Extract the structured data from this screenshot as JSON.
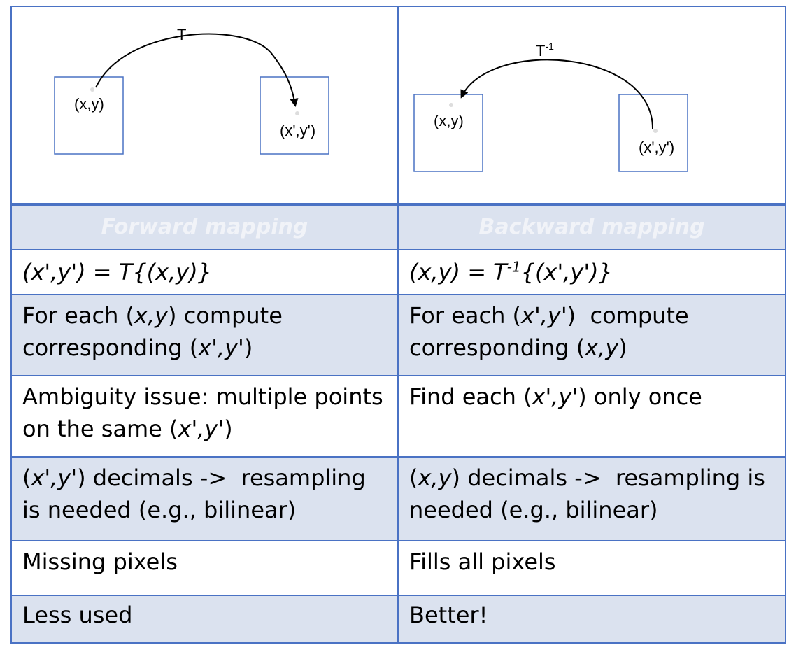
{
  "diagrams": {
    "forward": {
      "transform_label": "T",
      "source_point": "(x,y)",
      "target_point": "(x',y')"
    },
    "backward": {
      "transform_label": "T",
      "transform_label_sup": "-1",
      "source_point": "(x',y')",
      "target_point": "(x,y)"
    }
  },
  "headers": {
    "forward": "Forward mapping",
    "backward": "Backward mapping"
  },
  "formulas": {
    "forward": "(x',y') = T{(x,y)}",
    "backward_prefix": "(x,y) = T",
    "backward_sup": "-1",
    "backward_suffix": "{(x',y')}"
  },
  "rows": [
    {
      "forward": {
        "a": "For each (",
        "b": "x,y",
        "c": ") compute corresponding (",
        "d": "x',y'",
        "e": ")"
      },
      "backward": {
        "a": "For each (",
        "b": "x',y'",
        "c": ")  compute corresponding (",
        "d": "x,y",
        "e": ")"
      }
    },
    {
      "forward": {
        "a": "Ambiguity issue: multiple points on the same (",
        "b": "x',y'",
        "c": ")"
      },
      "backward": {
        "a": "Find each (",
        "b": "x',y'",
        "c": ") only once"
      }
    },
    {
      "forward": {
        "a": "(",
        "b": "x',y'",
        "c": ") decimals ->  resampling is needed (e.g., bilinear)"
      },
      "backward": {
        "a": "(",
        "b": "x,y",
        "c": ") decimals ->  resampling is needed (e.g., bilinear)"
      }
    },
    {
      "forward": {
        "a": "Missing pixels"
      },
      "backward": {
        "a": "Fills all pixels"
      }
    },
    {
      "forward": {
        "a": "Less used"
      },
      "backward": {
        "a": "Better!"
      }
    }
  ],
  "colors": {
    "border": "#4a72c4",
    "shaded_row": "#dbe2ef",
    "header_text": "#f1f3f8"
  }
}
